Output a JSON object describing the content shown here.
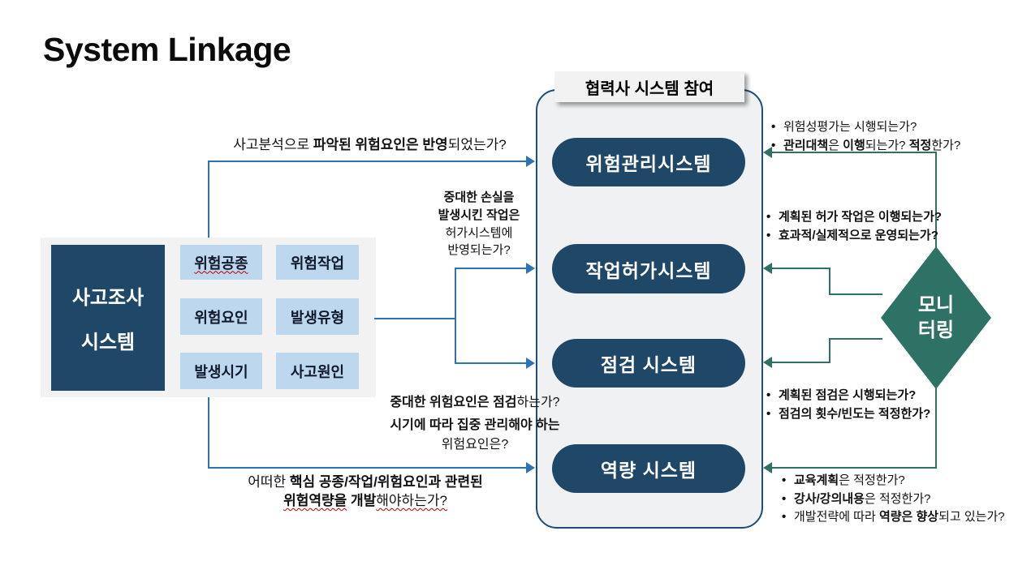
{
  "title": "System Linkage",
  "glyphs": {
    "bullet": "•"
  },
  "colors": {
    "navy": "#1f4767",
    "border_navy": "#1f4e79",
    "light_blue": "#bdd7ee",
    "panel_gray": "#f2f2f2",
    "container_gray": "#f0f1f3",
    "blue_arrow": "#2e74b5",
    "teal": "#2e7265"
  },
  "left_panel": {
    "system_line1": "사고조사",
    "system_line2": "시스템",
    "tags": [
      "위험공종",
      "위험작업",
      "위험요인",
      "발생유형",
      "발생시기",
      "사고원인"
    ]
  },
  "container": {
    "header": "협력사 시스템 참여",
    "pills": [
      "위험관리시스템",
      "작업허가시스템",
      "점검 시스템",
      "역량 시스템"
    ]
  },
  "diamond": {
    "line1": "모니",
    "line2": "터링"
  },
  "annotations": {
    "top": [
      {
        "t": "사고분석으로 ",
        "b": false
      },
      {
        "t": "파악된 위험요인은 반영",
        "b": true
      },
      {
        "t": "되었는가?",
        "b": false
      }
    ],
    "mid": [
      [
        {
          "t": "중대한 손실을",
          "b": true
        }
      ],
      [
        {
          "t": "발생시킨 작업은",
          "b": true
        }
      ],
      [
        {
          "t": "허가시스템에",
          "b": false
        }
      ],
      [
        {
          "t": "반영되는가?",
          "b": false
        }
      ]
    ],
    "inspect1": [
      {
        "t": "중대한 위험요인은 점검",
        "b": true
      },
      {
        "t": "하는가?",
        "b": false
      }
    ],
    "inspect2": [
      [
        {
          "t": "시기에 따라 집중 관리해야 하는",
          "b": true
        }
      ],
      [
        {
          "t": "위험요인은?",
          "b": false
        }
      ]
    ],
    "bottom": [
      [
        {
          "t": "어떠한 ",
          "b": false
        },
        {
          "t": "핵심 공종/작업/위험요인과 관련된",
          "b": true
        }
      ],
      [
        {
          "t": "위험역량을",
          "b": true,
          "w": true
        },
        {
          "t": " ",
          "b": true
        },
        {
          "t": "개발",
          "b": true
        },
        {
          "t": "해야하는가?",
          "b": false,
          "w": true
        }
      ]
    ]
  },
  "right_notes": {
    "risk_mgmt": [
      [
        {
          "t": "위험성평가는 시행되는가?",
          "b": false
        }
      ],
      [
        {
          "t": "관리대책",
          "b": true
        },
        {
          "t": "은 ",
          "b": false
        },
        {
          "t": "이행",
          "b": true
        },
        {
          "t": "되는가? ",
          "b": false
        },
        {
          "t": "적정",
          "b": true
        },
        {
          "t": "한가?",
          "b": false
        }
      ]
    ],
    "permit": [
      [
        {
          "t": "계획된 허가 작업은 이행되는가?",
          "b": true
        }
      ],
      [
        {
          "t": "효과적/실제적으로 운영되는가?",
          "b": true
        }
      ]
    ],
    "inspection": [
      [
        {
          "t": "계획된 점검은 시행되는가?",
          "b": true
        }
      ],
      [
        {
          "t": "점검의 횟수/빈도는 적정한가?",
          "b": true
        }
      ]
    ],
    "competency": [
      [
        {
          "t": "교육계획",
          "b": true
        },
        {
          "t": "은 적정한가?",
          "b": false
        }
      ],
      [
        {
          "t": "강사/강의내용",
          "b": true
        },
        {
          "t": "은 적정한가?",
          "b": false
        }
      ],
      [
        {
          "t": "개발전략에 따라 ",
          "b": false
        },
        {
          "t": "역량은 향상",
          "b": true
        },
        {
          "t": "되고 있는가?",
          "b": false
        }
      ]
    ]
  }
}
